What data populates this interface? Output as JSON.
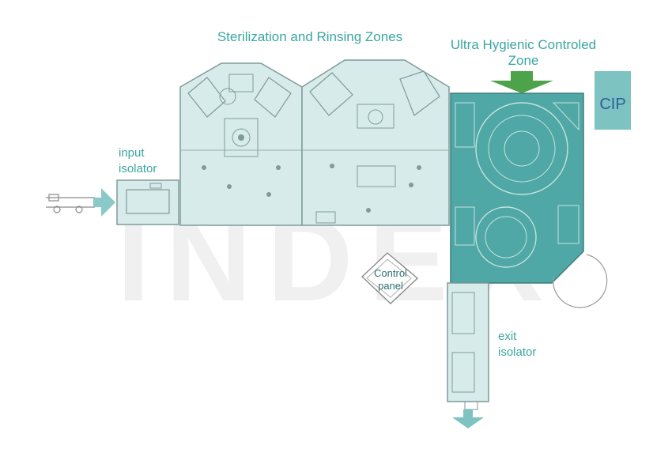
{
  "labels": {
    "sterilization_zones": "Sterilization and Rinsing Zones",
    "ultra_hygienic_line1": "Ultra Hygienic Controled",
    "ultra_hygienic_line2": "Zone",
    "cip": "CIP",
    "input_isolator_line1": "input",
    "input_isolator_line2": "isolator",
    "control_panel_line1": "Control",
    "control_panel_line2": "panel",
    "exit_isolator_line1": "exit",
    "exit_isolator_line2": "isolator",
    "watermark": "INDEX"
  },
  "colors": {
    "zone_fill": "#d7ecea",
    "zone_stroke": "#7f9a9a",
    "ultra_zone_fill": "#4fa8a6",
    "arrow_green": "#4da34a",
    "arrow_teal": "#7cc3c1",
    "cip_box": "#7cc3c1",
    "label_teal": "#3aa6a0",
    "cip_text": "#2d5f9a"
  }
}
